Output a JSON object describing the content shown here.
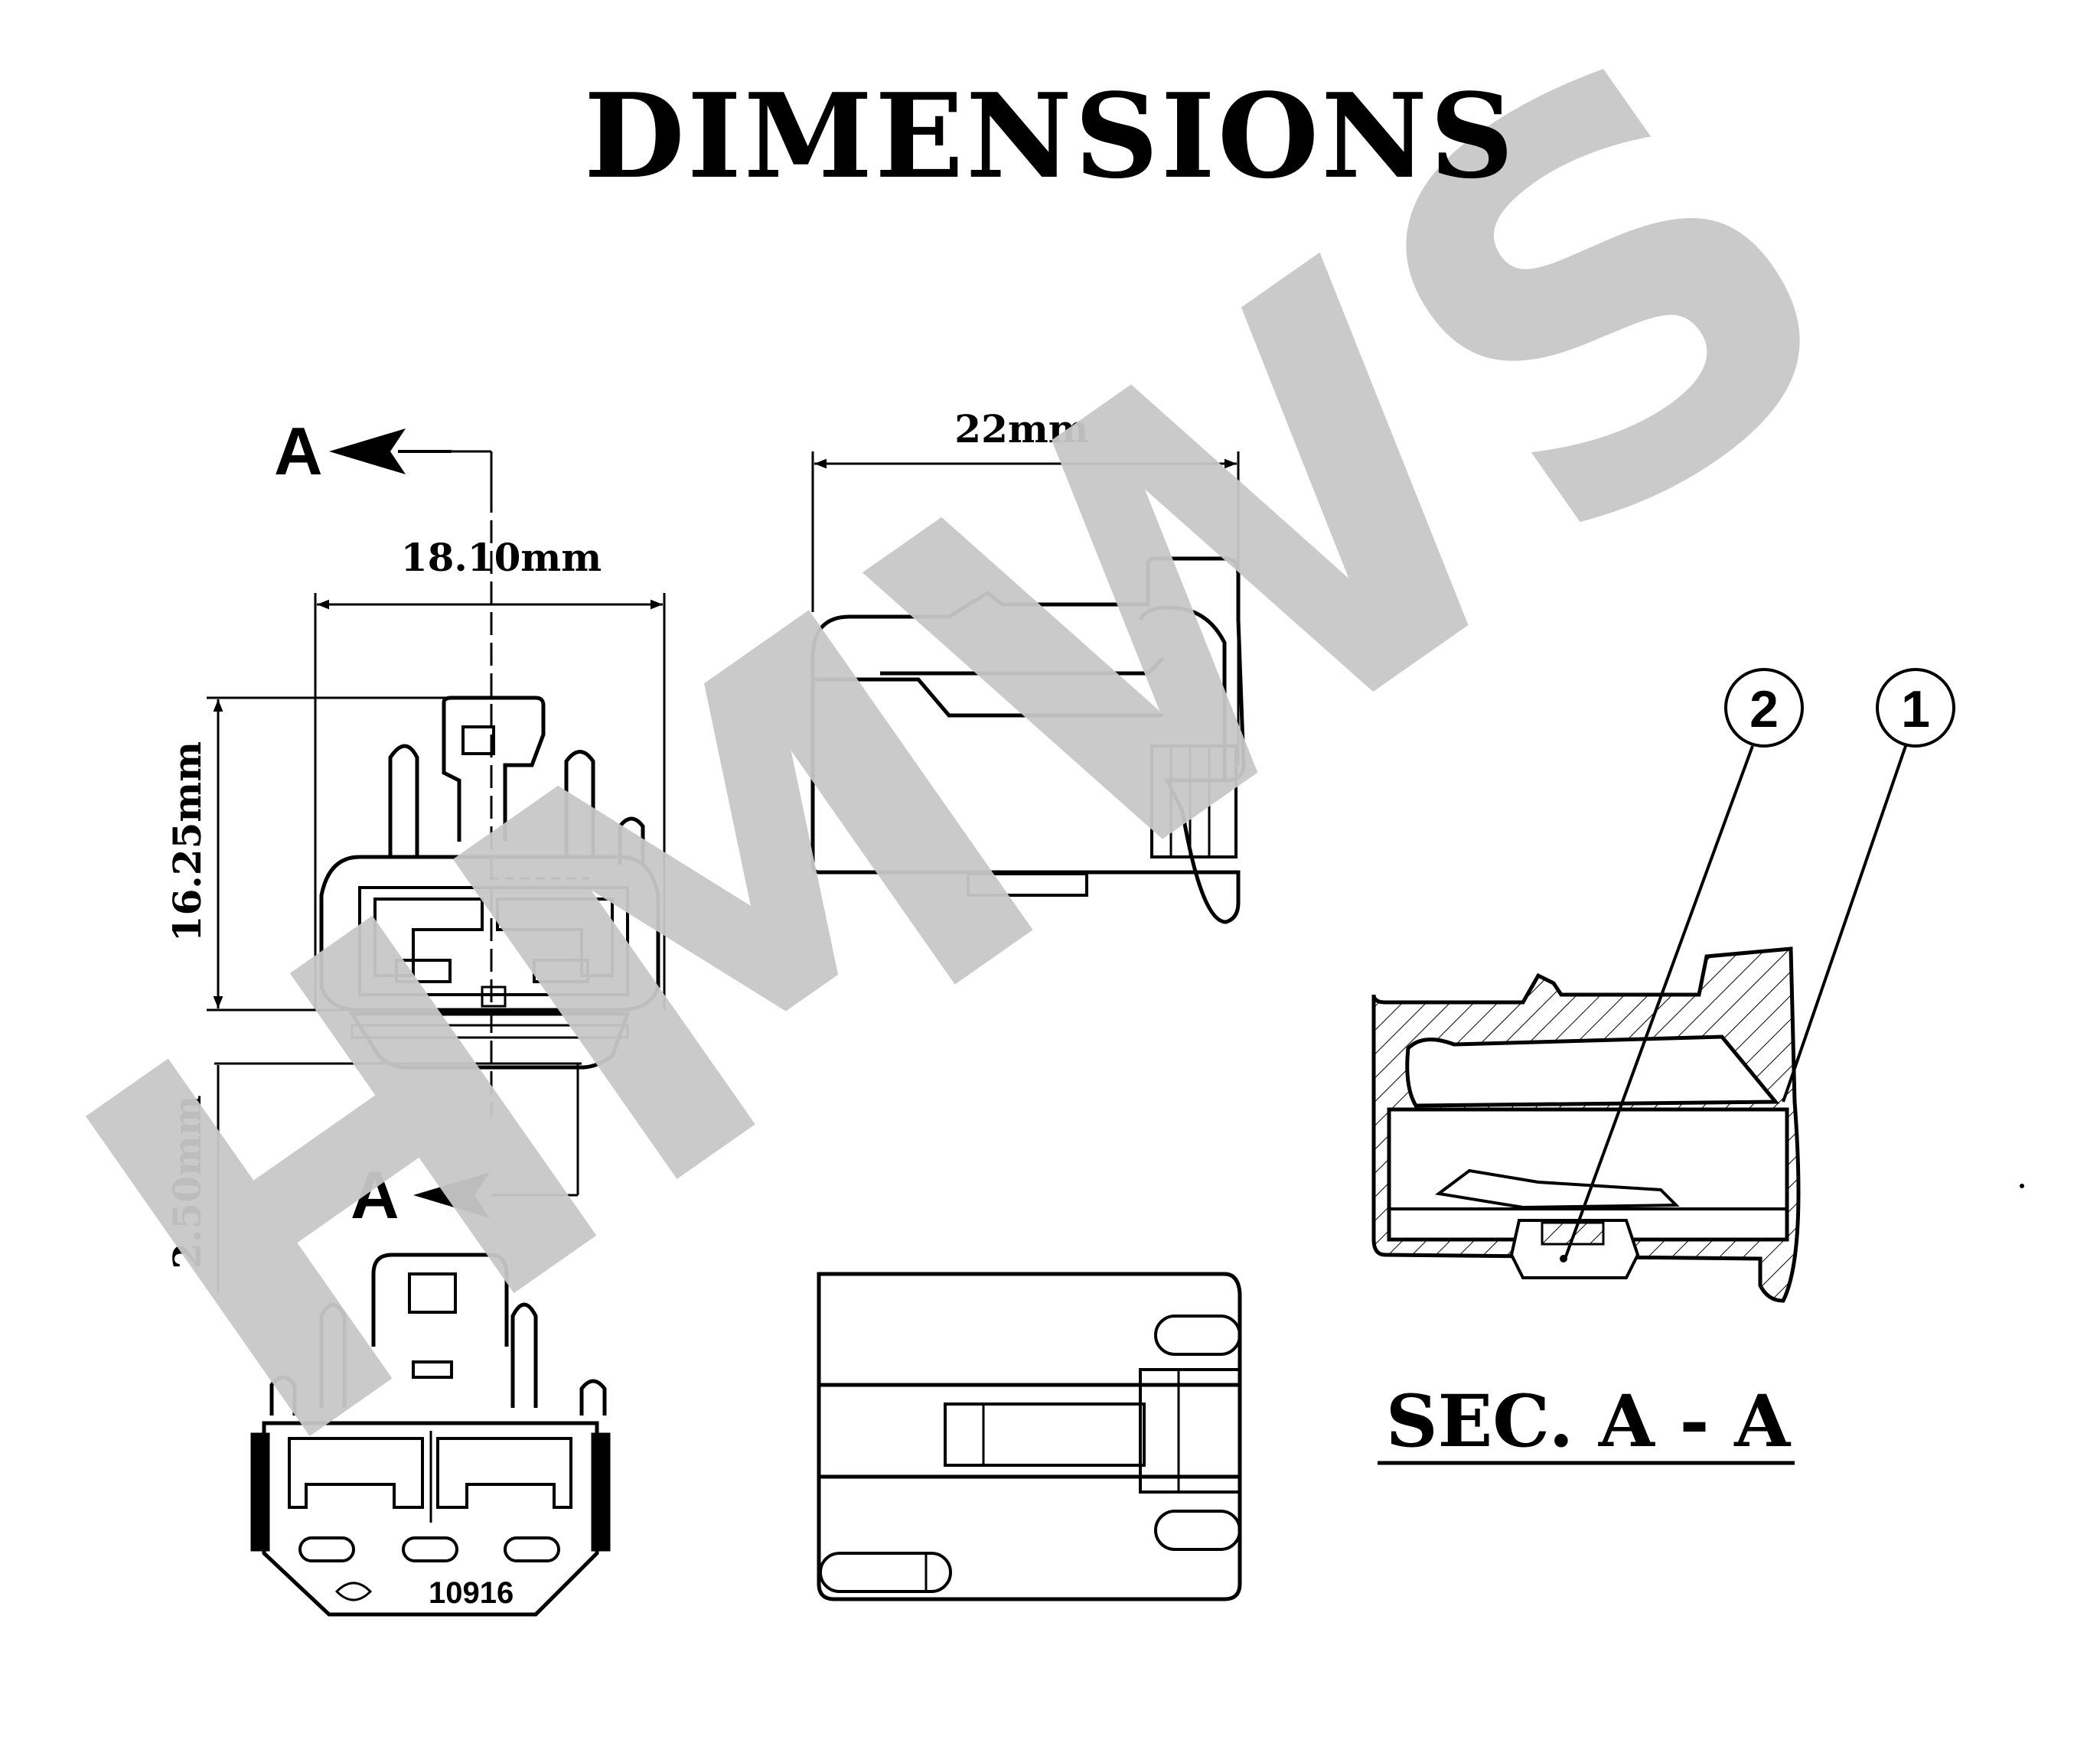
{
  "title": "DIMENSIONS",
  "watermark": "HMWS",
  "dimensions": {
    "width_front": "18.10mm",
    "height_front": "16.25mm",
    "pitch": "2.50mm",
    "length_side": "22mm"
  },
  "section_marker": "A",
  "section_title": "SEC. A - A",
  "callouts": [
    "2",
    "1"
  ],
  "part_marking": "10916",
  "colors": {
    "line": "#000000",
    "watermark": "#c8c8c8",
    "background": "#ffffff"
  }
}
